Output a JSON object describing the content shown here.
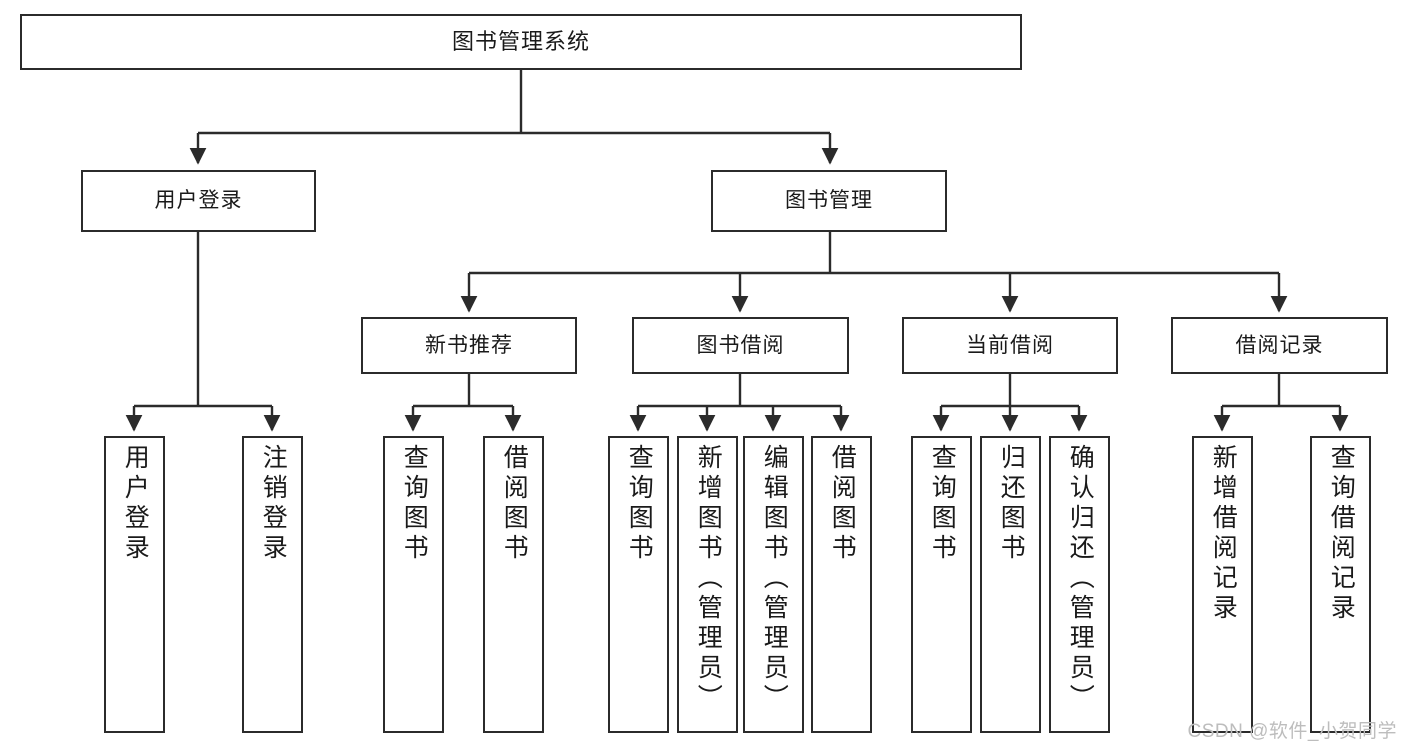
{
  "diagram": {
    "title": "图书管理系统",
    "type": "tree-hierarchy",
    "watermark": "CSDN @软件_小贺同学",
    "line_color": "#2b2b2b",
    "box_fill": "#ffffff",
    "text_color": "#1a1a1a",
    "watermark_color": "#bdbdbd"
  },
  "root": {
    "label": "图书管理系统"
  },
  "level2": [
    {
      "label": "用户登录"
    },
    {
      "label": "图书管理"
    }
  ],
  "level3": [
    {
      "label": "新书推荐"
    },
    {
      "label": "图书借阅"
    },
    {
      "label": "当前借阅"
    },
    {
      "label": "借阅记录"
    }
  ],
  "leaves": {
    "user_login": [
      {
        "label": "用户登录"
      },
      {
        "label": "注销登录"
      }
    ],
    "new_book_recommend": [
      {
        "label": "查询图书"
      },
      {
        "label": "借阅图书"
      }
    ],
    "book_borrow": [
      {
        "label": "查询图书"
      },
      {
        "label": "新增图书（管理员）"
      },
      {
        "label": "编辑图书（管理员）"
      },
      {
        "label": "借阅图书"
      }
    ],
    "current_borrow": [
      {
        "label": "查询图书"
      },
      {
        "label": "归还图书"
      },
      {
        "label": "确认归还（管理员）"
      }
    ],
    "borrow_record": [
      {
        "label": "新增借阅记录"
      },
      {
        "label": "查询借阅记录"
      }
    ]
  }
}
